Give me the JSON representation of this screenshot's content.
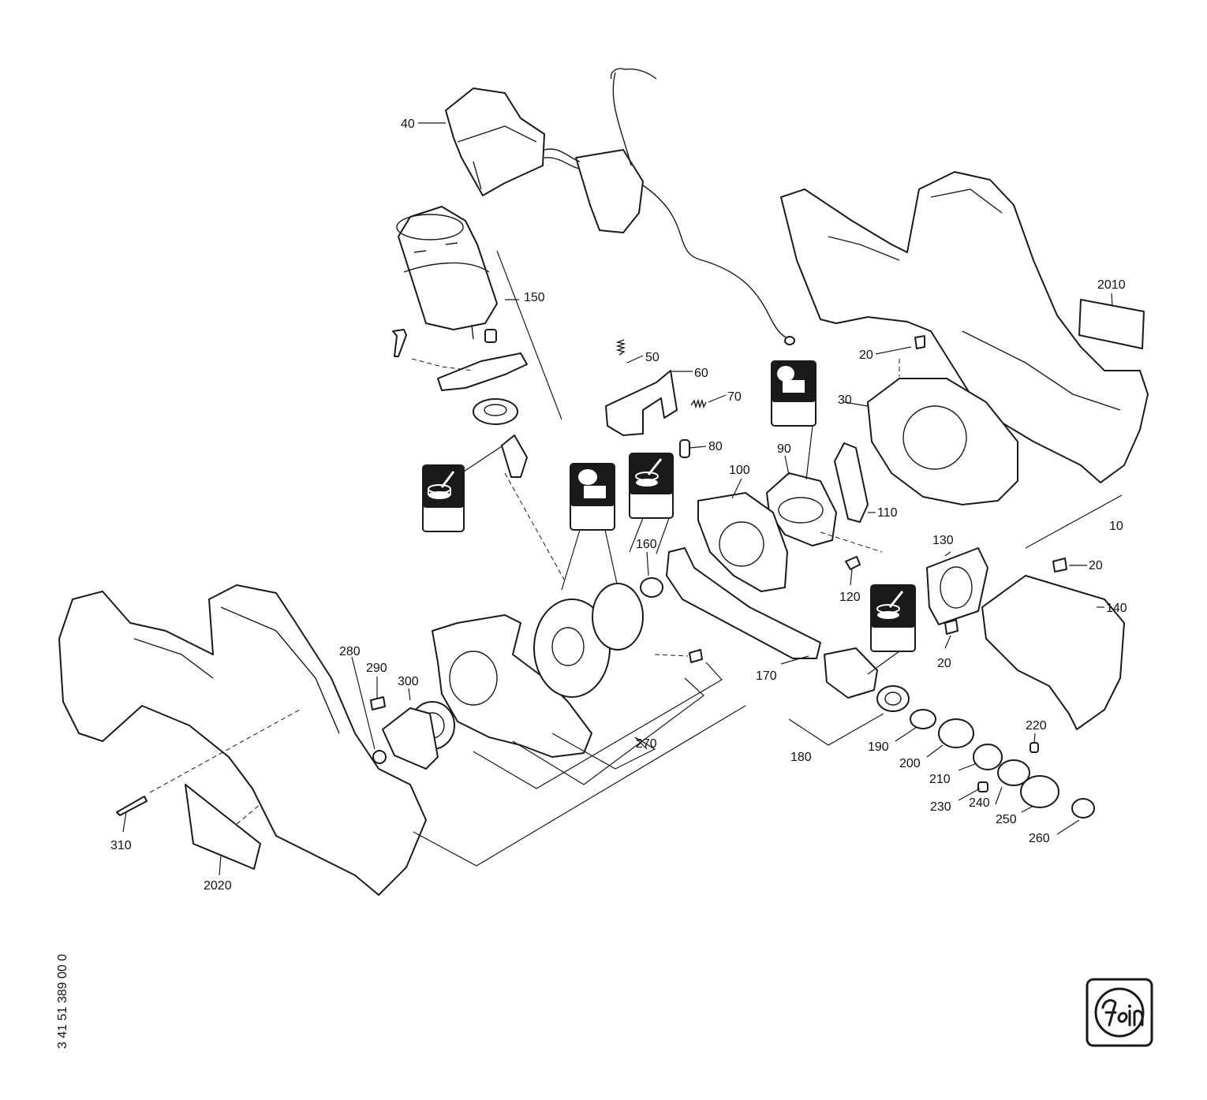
{
  "document_number": "3 41 51 389 00 0",
  "brand_logo_text": "Fein",
  "callouts": {
    "p10": "10",
    "p20a": "20",
    "p20b": "20",
    "p20c": "20",
    "p30": "30",
    "p40": "40",
    "p50": "50",
    "p60": "60",
    "p70": "70",
    "p80": "80",
    "p90": "90",
    "p100": "100",
    "p110": "110",
    "p120": "120",
    "p130": "130",
    "p140": "140",
    "p150": "150",
    "p160": "160",
    "p170": "170",
    "p180": "180",
    "p190": "190",
    "p200": "200",
    "p210": "210",
    "p220": "220",
    "p230": "230",
    "p240": "240",
    "p250": "250",
    "p260": "260",
    "p270": "270",
    "p280": "280",
    "p290": "290",
    "p300": "300",
    "p310": "310",
    "p2010": "2010",
    "p2020": "2020"
  },
  "lubrication_badges": [
    {
      "id": "grease-motor",
      "icon": "grease-brush-icon"
    },
    {
      "id": "grease-cup-gear",
      "icon": "grease-cup-icon"
    },
    {
      "id": "grease-gear",
      "icon": "grease-brush-icon"
    },
    {
      "id": "grease-cup-plate",
      "icon": "grease-cup-icon"
    },
    {
      "id": "grease-spindle",
      "icon": "grease-brush-icon"
    }
  ]
}
